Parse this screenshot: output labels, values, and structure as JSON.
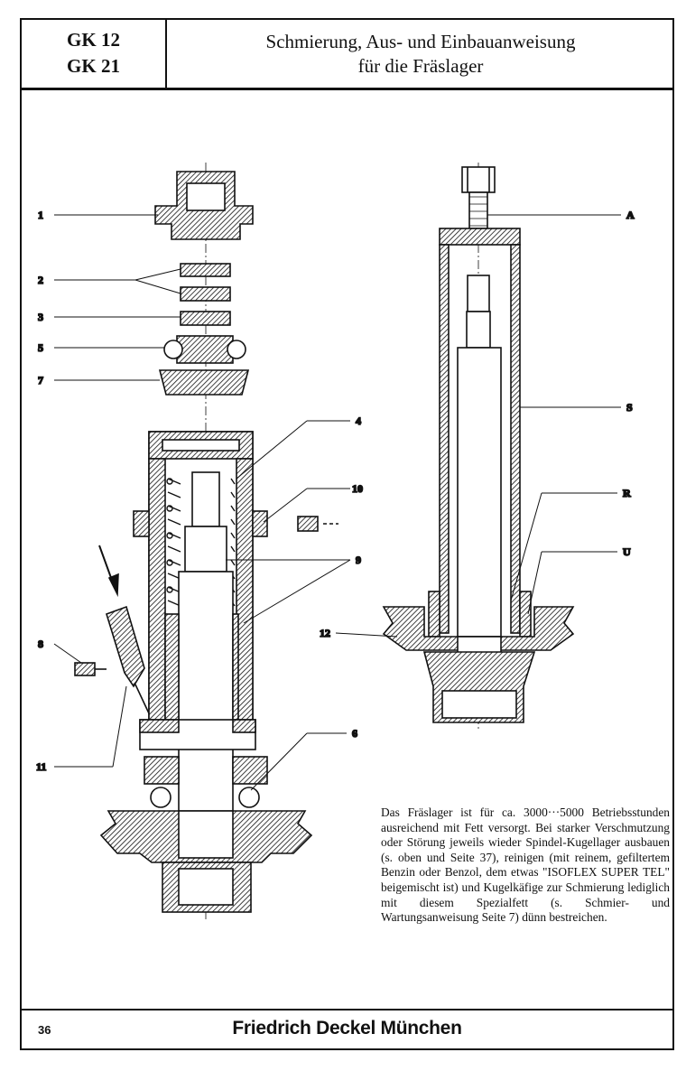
{
  "header": {
    "models": [
      "GK 12",
      "GK 21"
    ],
    "title_line1": "Schmierung, Aus- und Einbauanweisung",
    "title_line2": "für die Fräslager"
  },
  "drawing": {
    "left_labels": [
      "1",
      "2",
      "3",
      "5",
      "7",
      "4",
      "10",
      "9",
      "8",
      "11",
      "6"
    ],
    "right_labels": [
      "A",
      "S",
      "R",
      "U",
      "12"
    ]
  },
  "body_text": "Das Fräslager ist für ca. 3000···5000 Betriebsstunden ausreichend mit Fett versorgt. Bei starker Verschmutzung oder Störung jeweils wieder Spindel-Kugellager ausbauen (s. oben und Seite 37), reinigen (mit reinem, gefiltertem Benzin oder Benzol, dem etwas \"ISOFLEX SUPER TEL\" beigemischt ist) und Kugelkäfige zur Schmierung lediglich mit diesem Spezialfett (s. Schmier- und Wartungsanweisung Seite 7) dünn bestreichen.",
  "footer": {
    "page_number": "36",
    "manufacturer": "Friedrich Deckel München"
  }
}
